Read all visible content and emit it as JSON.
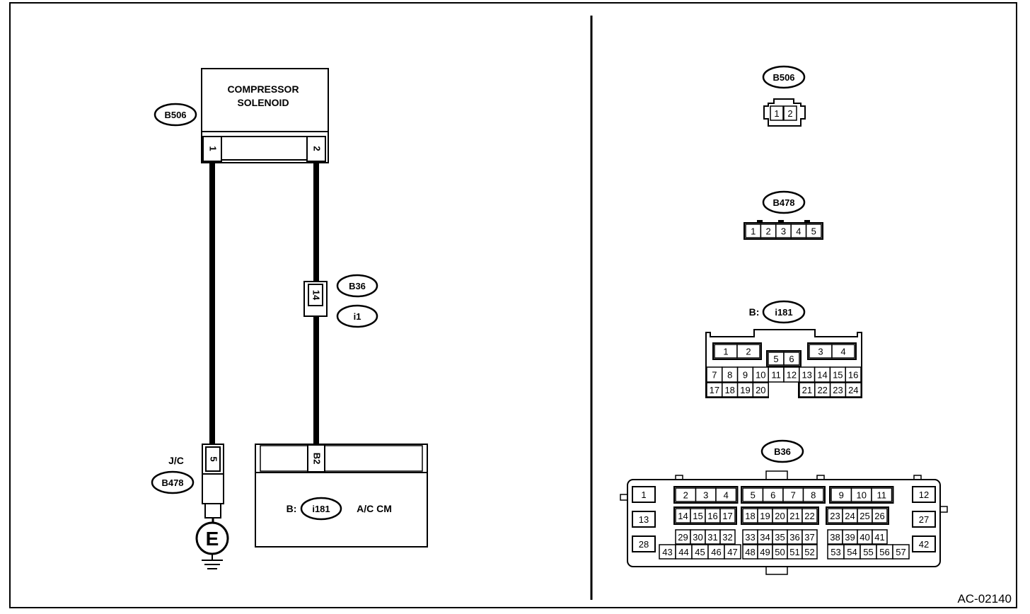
{
  "figure_id": "AC-02140",
  "wiring": {
    "solenoid": {
      "name_line1": "COMPRESSOR",
      "name_line2": "SOLENOID",
      "connector": "B506",
      "pin_left": "1",
      "pin_right": "2"
    },
    "inline": {
      "pin": "14",
      "connector_top": "B36",
      "connector_bottom": "i1"
    },
    "jc": {
      "label": "J/C",
      "connector": "B478",
      "pin": "5",
      "ground_symbol": "E"
    },
    "module": {
      "prefix": "B:",
      "connector": "i181",
      "name": "A/C CM",
      "pin": "B2"
    }
  },
  "connectors": {
    "b506": {
      "tag": "B506",
      "pins": [
        "1",
        "2"
      ]
    },
    "b478": {
      "tag": "B478",
      "pins": [
        "1",
        "2",
        "3",
        "4",
        "5"
      ]
    },
    "i181": {
      "prefix": "B:",
      "tag": "i181",
      "pins_top_left": [
        "1",
        "2"
      ],
      "pins_top_mid": [
        "5",
        "6"
      ],
      "pins_top_right": [
        "3",
        "4"
      ],
      "pins_row2": [
        "7",
        "8",
        "9",
        "10",
        "11",
        "12",
        "13",
        "14",
        "15",
        "16"
      ],
      "pins_row3_left": [
        "17",
        "18",
        "19",
        "20"
      ],
      "pins_row3_right": [
        "21",
        "22",
        "23",
        "24"
      ]
    },
    "b36": {
      "tag": "B36",
      "r1_side_left": "1",
      "r1_side_right": "12",
      "r2_side_left": "13",
      "r2_side_right": "27",
      "r3_side_left": "28",
      "r3_side_right": "42",
      "r1_g1": [
        "2",
        "3",
        "4"
      ],
      "r1_g2": [
        "5",
        "6",
        "7",
        "8"
      ],
      "r1_g3": [
        "9",
        "10",
        "11"
      ],
      "r2_g1": [
        "14",
        "15",
        "16",
        "17"
      ],
      "r2_g2": [
        "18",
        "19",
        "20",
        "21",
        "22"
      ],
      "r2_g3": [
        "23",
        "24",
        "25",
        "26"
      ],
      "r3_g1": [
        "29",
        "30",
        "31",
        "32"
      ],
      "r3_g2": [
        "33",
        "34",
        "35",
        "36",
        "37"
      ],
      "r3_g3": [
        "38",
        "39",
        "40",
        "41"
      ],
      "r4_g1": [
        "43",
        "44",
        "45",
        "46",
        "47"
      ],
      "r4_g2": [
        "48",
        "49",
        "50",
        "51",
        "52"
      ],
      "r4_g3": [
        "53",
        "54",
        "55",
        "56",
        "57"
      ]
    }
  }
}
